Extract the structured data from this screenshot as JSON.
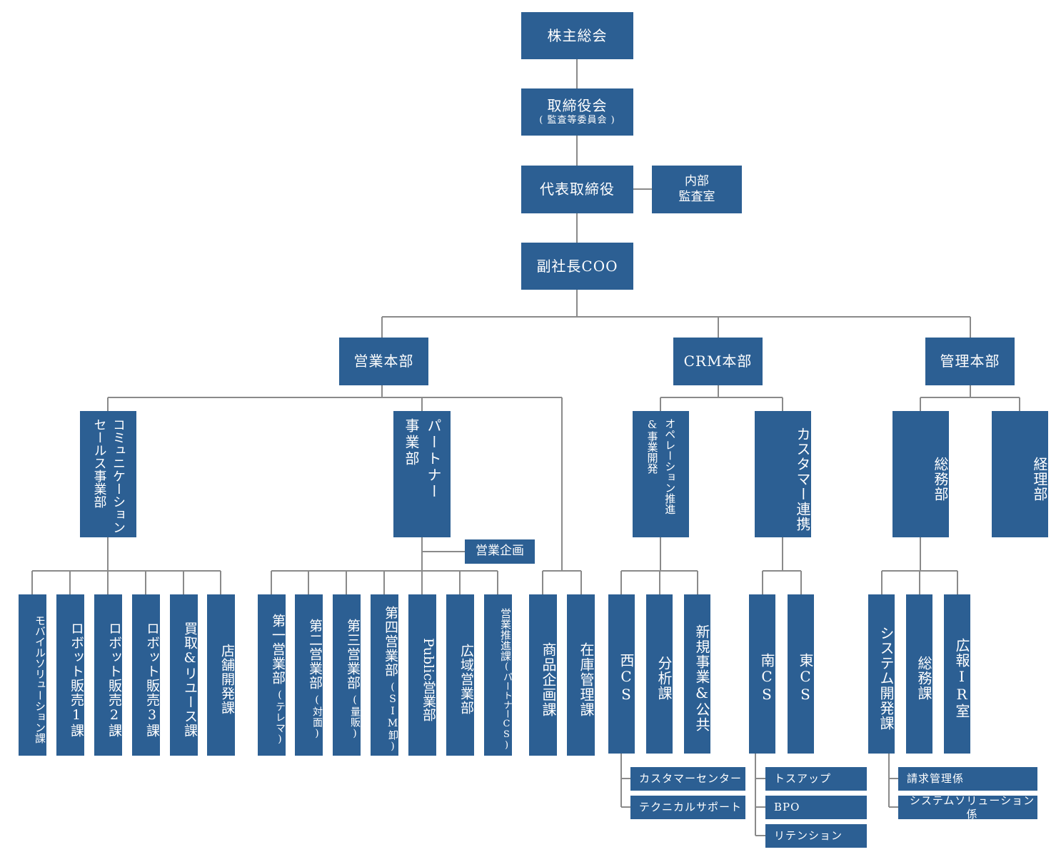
{
  "colors": {
    "box": "#2c5f93",
    "line": "#8a8a8a",
    "text": "#ffffff"
  },
  "top": {
    "shareholders": "株主総会",
    "board": "取締役会",
    "board_sub": "( 監査等委員会 )",
    "ceo": "代表取締役",
    "audit_line1": "内部",
    "audit_line2": "監査室",
    "coo": "副社長COO"
  },
  "divisions": {
    "sales": "営業本部",
    "crm": "CRM本部",
    "admin": "管理本部"
  },
  "sales": {
    "comm_col1": "コミュニケーション",
    "comm_col2": "セールス事業部",
    "partner_col1": "パートナー",
    "partner_col2": "事業部",
    "planning": "営業企画",
    "comm_units": [
      "モバイルソリューション課",
      "ロボット販売1課",
      "ロボット販売2課",
      "ロボット販売3課",
      "買取&リユース課",
      "店舗開発課"
    ],
    "partner_units": [
      {
        "main": "第一営業部",
        "sub": "(テレマ)"
      },
      {
        "main": "第二営業部",
        "sub": "(対面)"
      },
      {
        "main": "第三営業部",
        "sub": "(量販)"
      },
      {
        "main": "第四営業部",
        "sub": "(SIM卸)"
      },
      {
        "main": "Public営業部",
        "sub": ""
      },
      {
        "main": "広域営業部",
        "sub": ""
      },
      {
        "main": "営業推進課",
        "sub": "(パートナーCS)"
      }
    ],
    "direct_units": [
      "商品企画課",
      "在庫管理課"
    ]
  },
  "crm": {
    "ops_col1": "オペレーション推進",
    "ops_col2": "&事業開発",
    "cust": "カスタマー連携",
    "ops_units": [
      "西CS",
      "分析課",
      "新規事業&公共"
    ],
    "cust_units": [
      "南CS",
      "東CS"
    ],
    "west_items": [
      "カスタマーセンター",
      "テクニカルサポート"
    ],
    "south_items": [
      "トスアップ",
      "BPO",
      "リテンション"
    ]
  },
  "admin": {
    "general": "総務部",
    "accounting": "経理部",
    "units": [
      "システム開発課",
      "総務課",
      "広報IR室"
    ],
    "sys_items": [
      "請求管理係",
      "システムソリューション係"
    ]
  }
}
